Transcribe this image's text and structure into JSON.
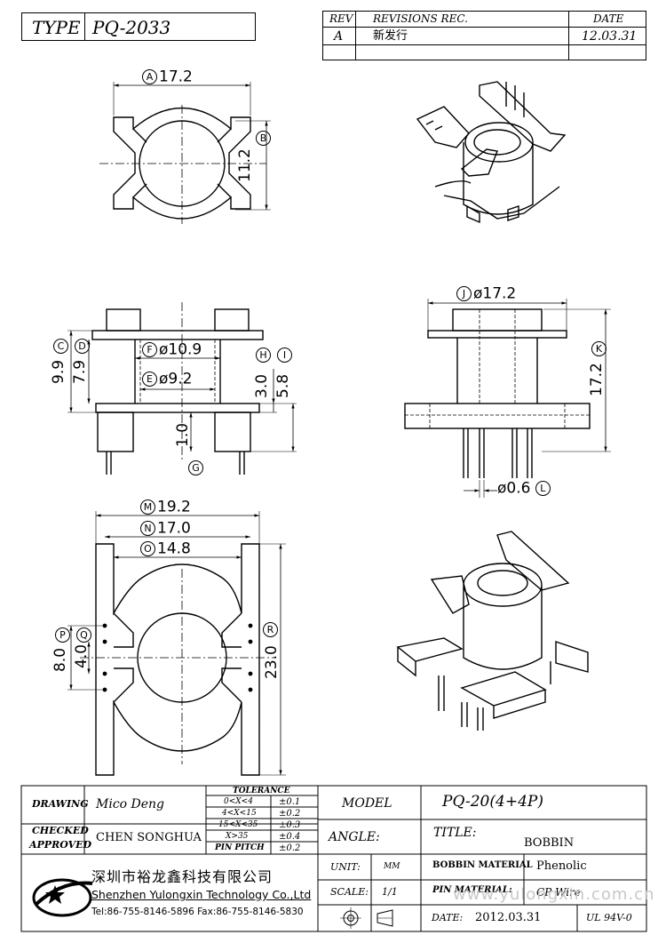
{
  "header": {
    "type_label": "TYPE",
    "type_value": "PQ-2033",
    "rev_label": "REV",
    "revisions_label": "REVISIONS REC.",
    "date_label": "DATE",
    "rev_value": "A",
    "revision_text": "新发行",
    "rev_date": "12.03.31"
  },
  "dims": {
    "A": "17.2",
    "B": "11.2",
    "C": "9.9",
    "D": "7.9",
    "F": "ø10.9",
    "E": "ø9.2",
    "H": "3.0",
    "I": "5.8",
    "G": "1.0",
    "J": "ø17.2",
    "K": "17.2",
    "L": "ø0.6",
    "M": "19.2",
    "N": "17.0",
    "O": "14.8",
    "P": "8.0",
    "Q": "4.0",
    "R": "23.0"
  },
  "letters": {
    "A": "A",
    "B": "B",
    "C": "C",
    "D": "D",
    "E": "E",
    "F": "F",
    "G": "G",
    "H": "H",
    "I": "I",
    "J": "J",
    "K": "K",
    "L": "L",
    "M": "M",
    "N": "N",
    "O": "O",
    "P": "P",
    "Q": "Q",
    "R": "R"
  },
  "titleblock": {
    "drawing_label": "DRAWING",
    "drawing_value": "Mico Deng",
    "checked_label": "CHECKED",
    "approved_label": "APPROVED",
    "approved_value": "CHEN SONGHUA",
    "tolerance_label": "TOLERANCE",
    "tolerance_rows": [
      {
        "range": "0<X<4",
        "tol": "±0.1"
      },
      {
        "range": "4<X<15",
        "tol": "±0.2"
      },
      {
        "range": "15<X<35",
        "tol": "±0.3"
      },
      {
        "range": "X>35",
        "tol": "±0.4"
      },
      {
        "range": "PIN PITCH",
        "tol": "±0.2"
      }
    ],
    "model_label": "MODEL",
    "model_value": "PQ-20(4+4P)",
    "angle_label": "ANGLE:",
    "title_label": "TITLE:",
    "title_value": "BOBBIN",
    "unit_label": "UNIT:",
    "unit_value": "MM",
    "scale_label": "SCALE:",
    "scale_value": "1/1",
    "date_label": "DATE:",
    "date_value": "2012.03.31",
    "bobbin_material_label": "BOBBIN MATERIAL",
    "bobbin_material_value": "Phenolic",
    "pin_material_label": "PIN MATERIAL:",
    "pin_material_value": "CP Wire",
    "ul_value": "UL 94V-0",
    "company_cn": "深圳市裕龙鑫科技有限公司",
    "company_en": "Shenzhen Yulongxin Technology Co.,Ltd",
    "company_tel": "Tel:86-755-8146-5896  Fax:86-755-8146-5830",
    "watermark": "www.yulongxin.com.cn"
  }
}
